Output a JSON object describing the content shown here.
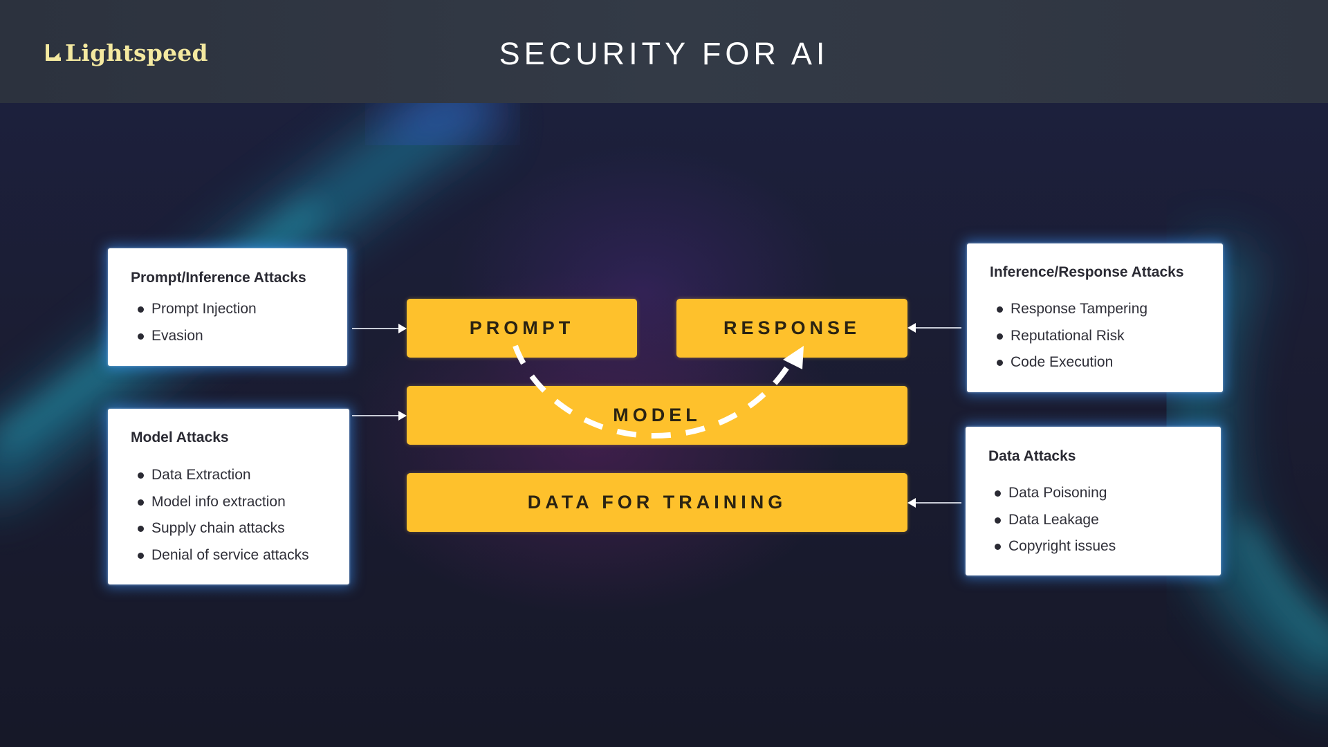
{
  "brand": {
    "name": "Lightspeed",
    "color": "#f4e9a0"
  },
  "title": "SECURITY FOR AI",
  "colors": {
    "block_fill": "#fec12c",
    "card_glow": "#3c96ff",
    "header_bg": "#333a46",
    "background": "#1b1d33"
  },
  "blocks": {
    "prompt": "PROMPT",
    "response": "RESPONSE",
    "model": "MODEL",
    "training": "DATA FOR TRAINING"
  },
  "cards": {
    "prompt_attacks": {
      "title": "Prompt/Inference Attacks",
      "items": [
        "Prompt Injection",
        "Evasion"
      ]
    },
    "model_attacks": {
      "title": "Model Attacks",
      "items": [
        "Data Extraction",
        "Model info extraction",
        "Supply chain attacks",
        "Denial of service attacks"
      ]
    },
    "response_attacks": {
      "title": "Inference/Response Attacks",
      "items": [
        "Response Tampering",
        "Reputational Risk",
        "Code Execution"
      ]
    },
    "data_attacks": {
      "title": "Data Attacks",
      "items": [
        "Data Poisoning",
        "Data Leakage",
        "Copyright issues"
      ]
    }
  },
  "icons": {
    "brand_mark": "lightspeed-logo-icon",
    "arrow": "arrow-icon",
    "flow": "dashed-curved-arrow-icon"
  }
}
